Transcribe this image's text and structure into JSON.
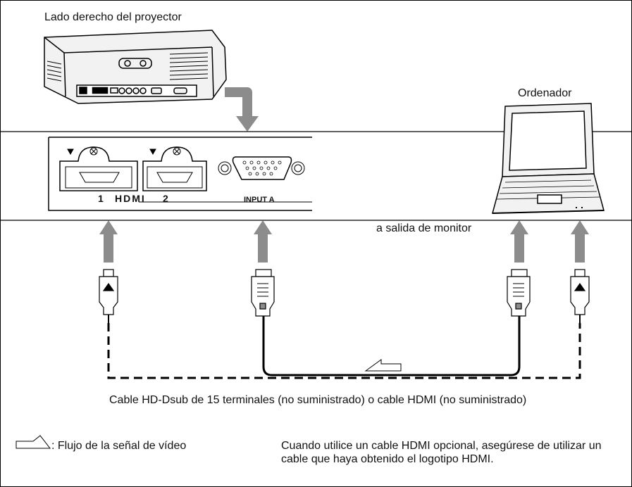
{
  "labels": {
    "projector_side": "Lado derecho del proyector",
    "computer": "Ordenador",
    "monitor_out": "a salida de monitor",
    "cable_caption": "Cable HD-Dsub de 15 terminales (no suministrado) o cable HDMI (no suministrado)",
    "legend_text": ": Flujo de la señal de vídeo",
    "note": "Cuando utilice un cable HDMI opcional, asegúrese de utilizar un cable que haya obtenido el logotipo HDMI."
  },
  "panel": {
    "port1": "1",
    "port2": "2",
    "hdmi_logo": "HDMI",
    "input_a": "INPUT A"
  },
  "colors": {
    "arrow": "#8c8c8c",
    "line": "#000000",
    "panel_fill": "#ffffff",
    "device_fill": "#f2f2f2"
  },
  "icons": [
    "projector-icon",
    "laptop-icon",
    "hdmi-plug-icon",
    "dsub-plug-icon",
    "signal-flow-arrow-icon"
  ]
}
